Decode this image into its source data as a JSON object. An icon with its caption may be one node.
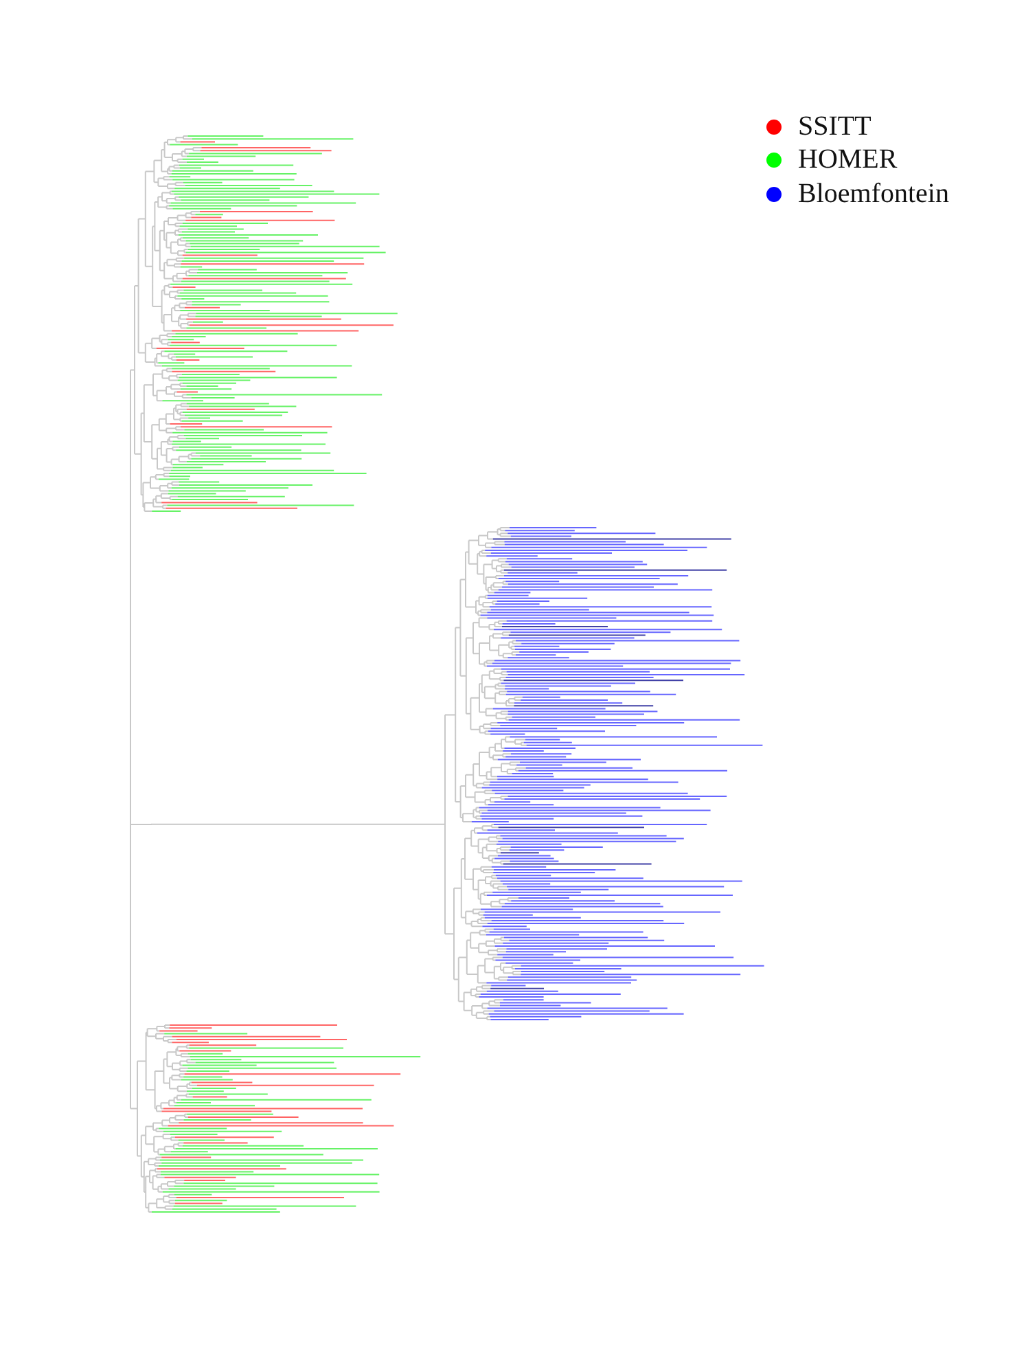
{
  "diagram": {
    "legend": [
      {
        "text": "SSITT",
        "color": "#ff0000"
      },
      {
        "text": "HOMER",
        "color": "#00ff00"
      },
      {
        "text": "Bloemfontein",
        "color": "#0000ff"
      }
    ]
  }
}
